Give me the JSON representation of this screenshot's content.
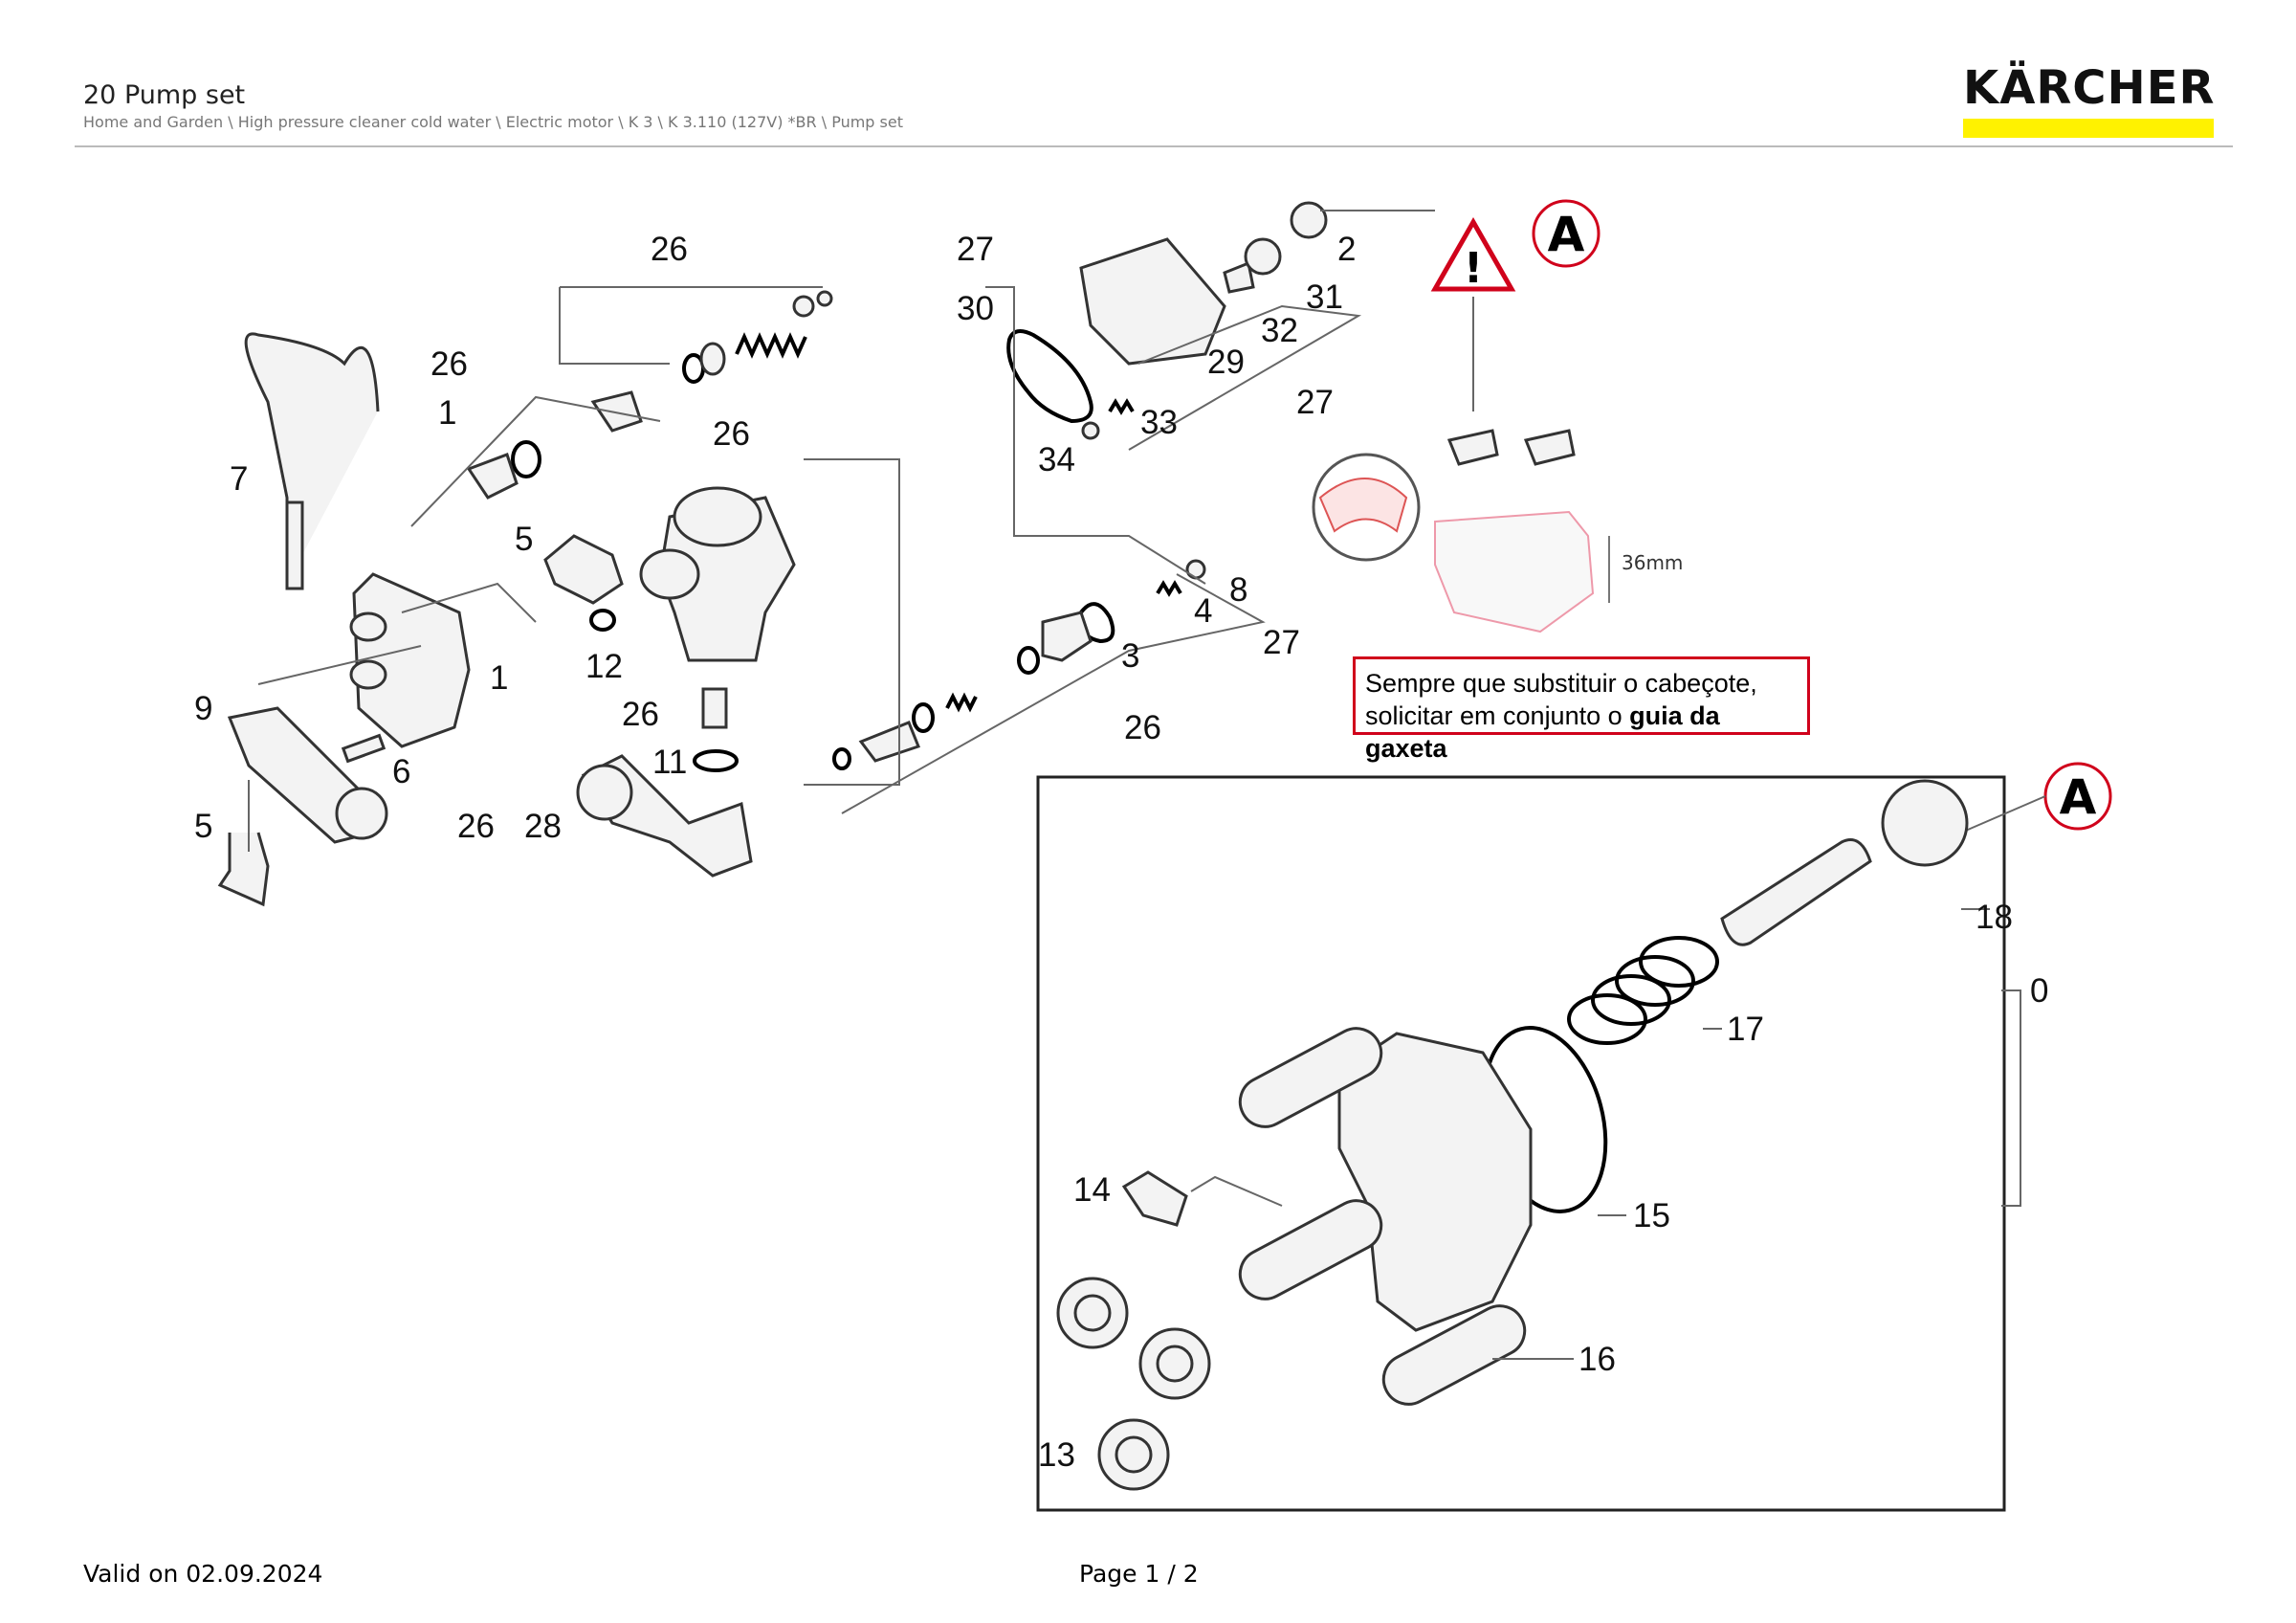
{
  "header": {
    "title": "20 Pump set",
    "breadcrumb": "Home and Garden \\ High pressure cleaner cold water \\ Electric motor \\ K 3 \\ K 3.110 (127V) *BR \\ Pump set",
    "brand": "KÄRCHER",
    "brand_color": "#fff200"
  },
  "note": {
    "line1": "Sempre que substituir o cabeçote,",
    "line2_prefix": "solicitar em conjunto o ",
    "line2_bold": "guia da gaxeta",
    "border_color": "#d0021b"
  },
  "callout_letter": "A",
  "dimension": "36mm",
  "labels": {
    "l26a": "26",
    "l27a": "27",
    "l30": "30",
    "l2": "2",
    "l31": "31",
    "l32": "32",
    "l29": "29",
    "l26b": "26",
    "l1a": "1",
    "l7": "7",
    "l27b": "27",
    "l33": "33",
    "l34": "34",
    "l26c": "26",
    "l5a": "5",
    "l8": "8",
    "l4": "4",
    "l27c": "27",
    "l12": "12",
    "l1b": "1",
    "l3": "3",
    "l9": "9",
    "l26d": "26",
    "l26e": "26",
    "l11": "11",
    "l6": "6",
    "l26f": "26",
    "l28": "28",
    "l5b": "5",
    "l18": "18",
    "l0": "0",
    "l17": "17",
    "l14": "14",
    "l15": "15",
    "l16": "16",
    "l13": "13"
  },
  "footer": {
    "valid": "Valid on 02.09.2024",
    "page": "Page 1 / 2"
  }
}
